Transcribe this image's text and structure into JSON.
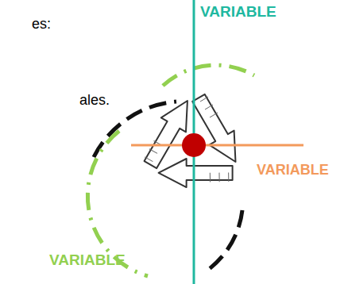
{
  "diagram": {
    "labels": [
      "es:",
      "ales.",
      "VARIABLE",
      "VARIABLE",
      "VARIABLE"
    ]
  }
}
